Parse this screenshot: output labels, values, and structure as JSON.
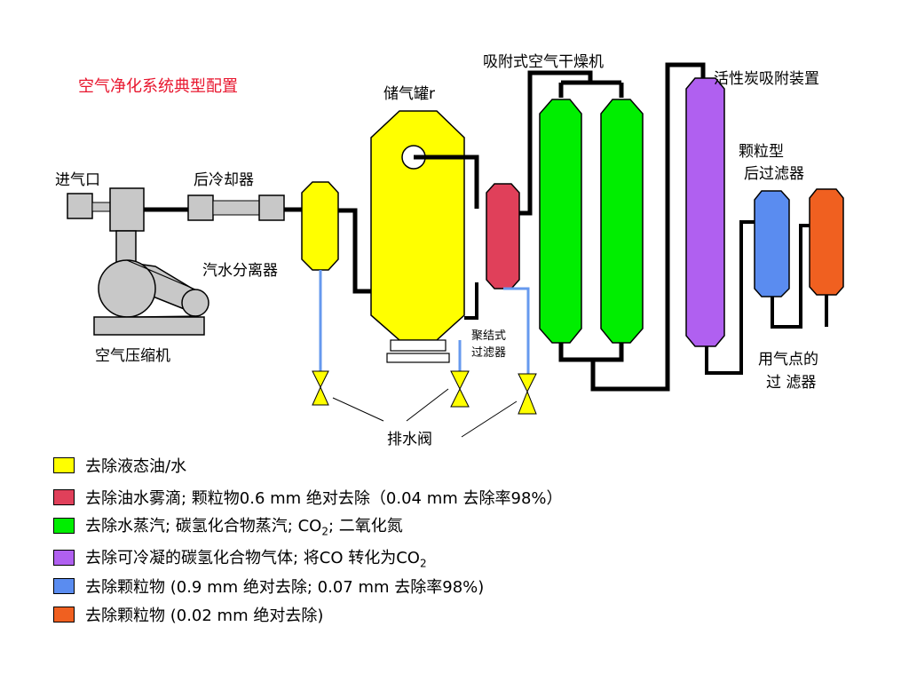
{
  "title": "空气净化系统典型配置",
  "colors": {
    "title": "#e8162e",
    "yellow": "#ffff00",
    "red": "#e0405a",
    "green": "#00ee00",
    "purple": "#b060f0",
    "blue": "#5a8cf0",
    "orange": "#f06020",
    "pipe": "#000000",
    "drain_pipe": "#6699ee",
    "gray": "#c8c8c8"
  },
  "labels": {
    "inlet": "进气口",
    "aftercooler": "后冷却器",
    "separator": "汽水分离器",
    "compressor": "空气压缩机",
    "tank": "储气罐r",
    "dryer": "吸附式空气干燥机",
    "carbon": "活性炭吸附装置",
    "particle_filter_line1": "颗粒型",
    "particle_filter_line2": "后过滤器",
    "coalescing_line1": "聚结式",
    "coalescing_line2": "过滤器",
    "drain_valve": "排水阀",
    "point_of_use_line1": "用气点的",
    "point_of_use_line2": "过 滤器"
  },
  "legend": [
    {
      "color": "yellow",
      "text": "去除液态油/水"
    },
    {
      "color": "red",
      "text": "去除油水雾滴; 颗粒物0.6 mm 绝对去除（0.04 mm 去除率98%）"
    },
    {
      "color": "green",
      "text_before": "去除水蒸汽; 碳氢化合物蒸汽; CO",
      "sub": "2",
      "text_after": "; 二氧化氮"
    },
    {
      "color": "purple",
      "text_before": "去除可冷凝的碳氢化合物气体; 将CO 转化为CO",
      "sub": "2",
      "text_after": ""
    },
    {
      "color": "blue",
      "text": "去除颗粒物 (0.9 mm 绝对去除; 0.07 mm 去除率98%)"
    },
    {
      "color": "orange",
      "text": "去除颗粒物 (0.02 mm 绝对去除)"
    }
  ]
}
